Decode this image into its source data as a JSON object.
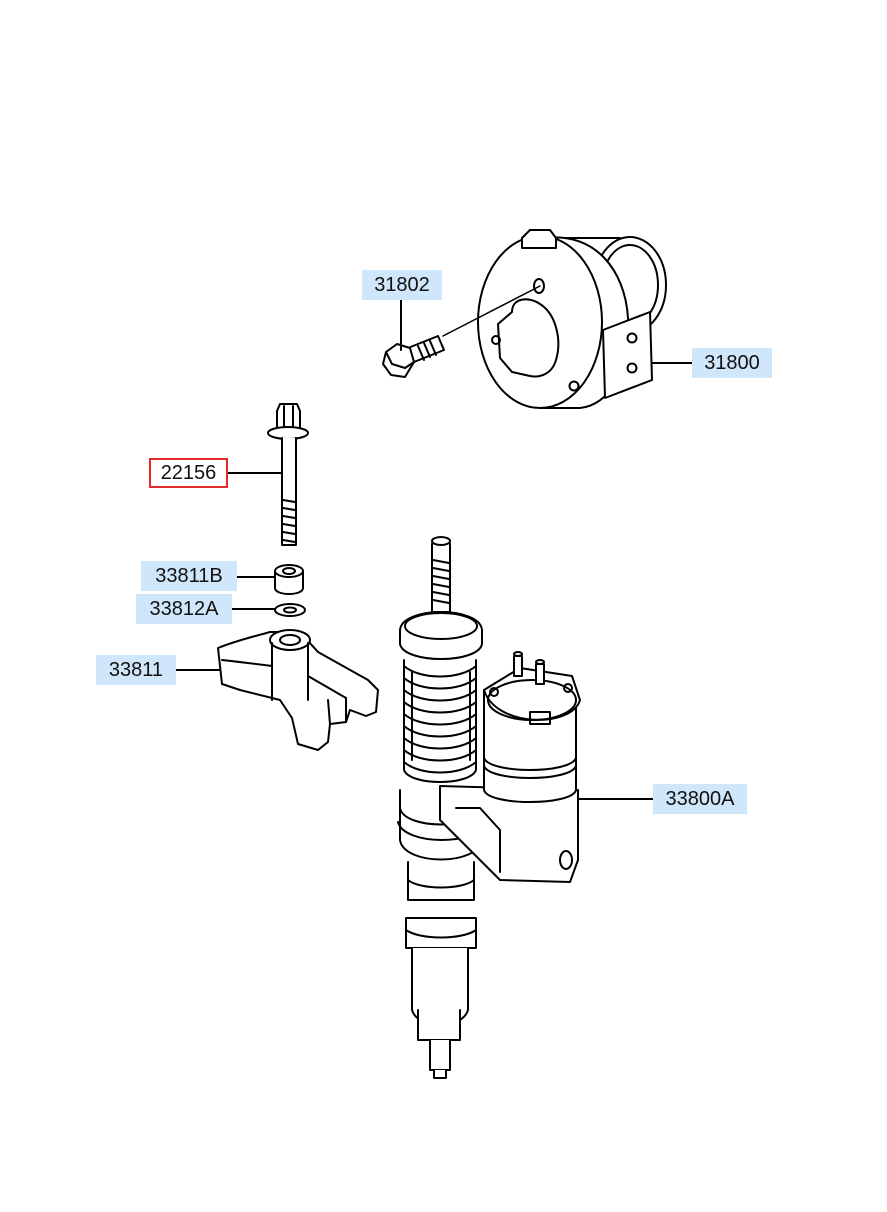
{
  "colors": {
    "callout_fill": "#cfe6fb",
    "selected_border": "#e32b2b",
    "line": "#000000"
  },
  "callouts": {
    "c31802": {
      "label": "31802",
      "selected": false
    },
    "c31800": {
      "label": "31800",
      "selected": false
    },
    "c22156": {
      "label": "22156",
      "selected": true
    },
    "c33811B": {
      "label": "33811B",
      "selected": false
    },
    "c33812A": {
      "label": "33812A",
      "selected": false
    },
    "c33811": {
      "label": "33811",
      "selected": false
    },
    "c33800A": {
      "label": "33800A",
      "selected": false
    }
  }
}
